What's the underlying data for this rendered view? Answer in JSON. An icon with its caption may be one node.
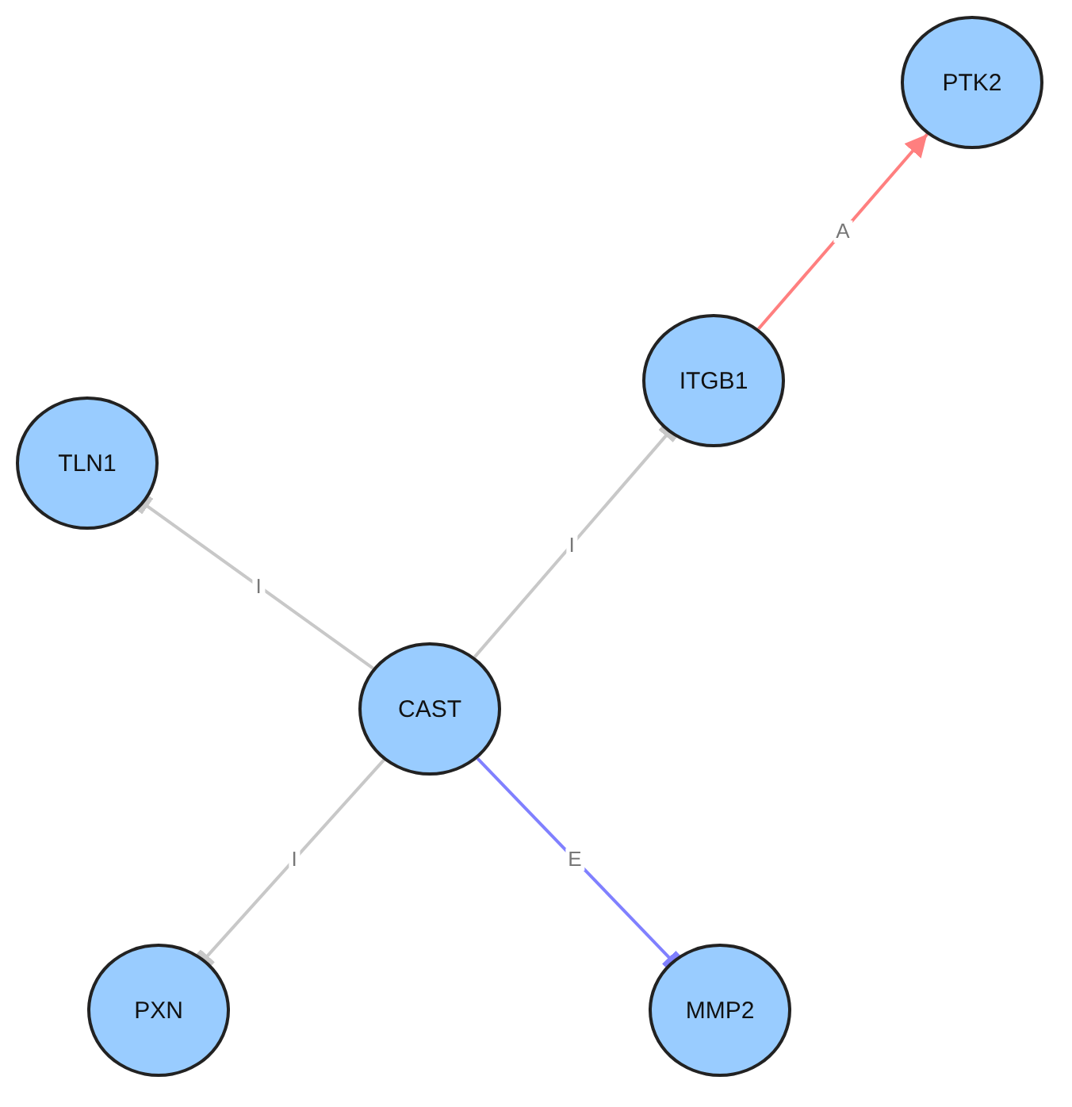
{
  "diagram": {
    "nodes": [
      {
        "text": [
          "PTK2"
        ]
      },
      {
        "text": [
          "ITGB1"
        ]
      },
      {
        "text": [
          "TLN1"
        ]
      },
      {
        "text": [
          "CAST"
        ]
      },
      {
        "text": [
          "PXN"
        ]
      },
      {
        "text": [
          "MMP2"
        ]
      }
    ],
    "edges": [
      {
        "from": 1,
        "to": 0,
        "arrow": "to",
        "label": "A",
        "color": "#ff7f7f"
      },
      {
        "from": 3,
        "to": 2,
        "arrow": "other",
        "label": "I"
      },
      {
        "from": 3,
        "to": 1,
        "arrow": "other",
        "label": "I"
      },
      {
        "from": 3,
        "to": 4,
        "arrow": "other",
        "label": "I"
      },
      {
        "from": 3,
        "to": 5,
        "arrow": "other",
        "label": "E",
        "color": "#8080ff"
      }
    ]
  }
}
